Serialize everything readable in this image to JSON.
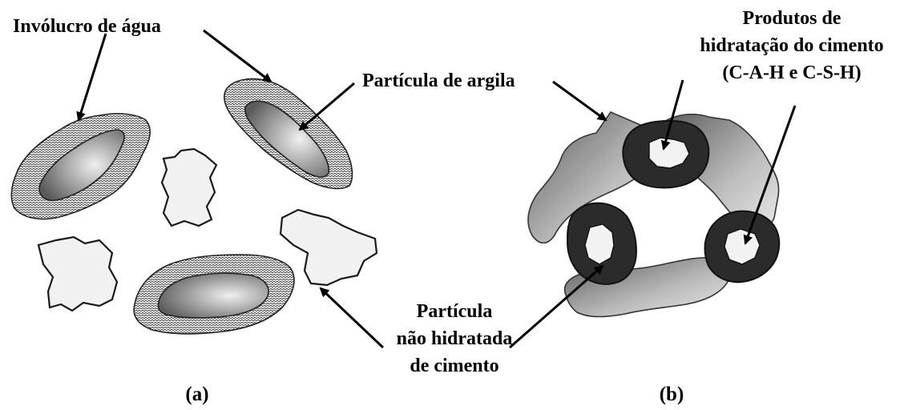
{
  "panel_a": {
    "water_envelope_label": "Invólucro de água",
    "clay_particle_label": "Partícula de argila",
    "unhydrated_label_line1": "Partícula",
    "unhydrated_label_line2": "não hidratada",
    "unhydrated_label_line3": "de cimento",
    "caption": "(a)"
  },
  "panel_b": {
    "products_label_line1": "Produtos de",
    "products_label_line2": "hidratação do cimento",
    "products_label_line3": "(C-A-H e C-S-H)",
    "caption": "(b)"
  },
  "colors": {
    "clay_dark": "#555555",
    "clay_light": "#f0f0f0",
    "hydration_ring": "#2b2b2b",
    "cement_particle": "#f1f1f1"
  }
}
